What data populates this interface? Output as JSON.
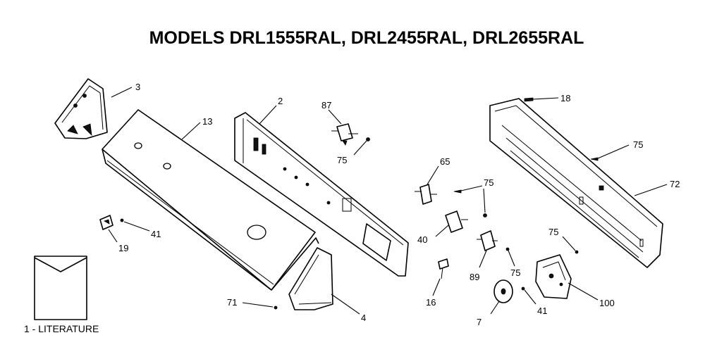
{
  "title": "MODELS DRL1555RAL, DRL2455RAL, DRL2655RAL",
  "literature_label": "1 - LITERATURE",
  "callouts": {
    "c3": "3",
    "c13": "13",
    "c2": "2",
    "c87": "87",
    "c75a": "75",
    "c18": "18",
    "c75b": "75",
    "c72": "72",
    "c65": "65",
    "c75c": "75",
    "c40": "40",
    "c75d": "75",
    "c41a": "41",
    "c19": "19",
    "c89": "89",
    "c75e": "75",
    "c16": "16",
    "c100": "100",
    "c71": "71",
    "c4": "4",
    "c7": "7",
    "c41b": "41"
  }
}
